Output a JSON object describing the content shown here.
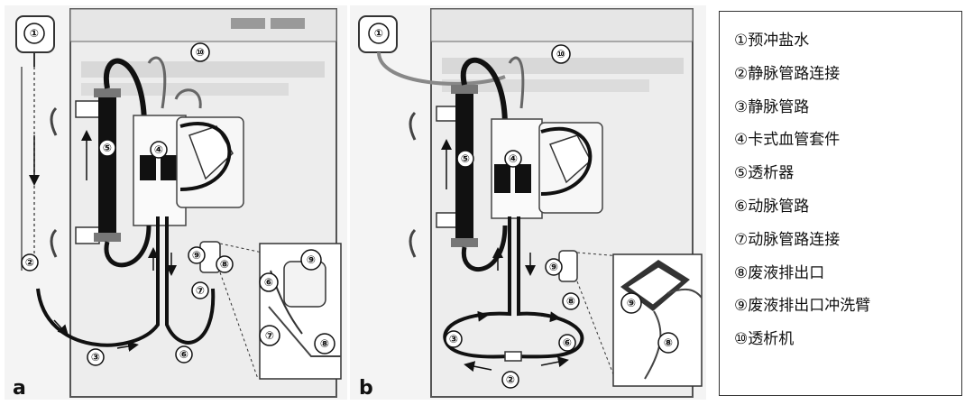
{
  "panels": [
    {
      "label": "a"
    },
    {
      "label": "b"
    }
  ],
  "markers": {
    "saline": "①",
    "venous_line_connection": "②",
    "venous_line": "③",
    "cassette": "④",
    "dialyzer": "⑤",
    "arterial_line": "⑥",
    "arterial_line_connection": "⑦",
    "waste_outlet": "⑧",
    "waste_flush_arm": "⑨",
    "machine": "⑩"
  },
  "legend": {
    "items": [
      {
        "label": "①预冲盐水"
      },
      {
        "label": "②静脉管路连接"
      },
      {
        "label": "③静脉管路"
      },
      {
        "label": "④卡式血管套件"
      },
      {
        "label": "⑤透析器"
      },
      {
        "label": "⑥动脉管路"
      },
      {
        "label": "⑦动脉管路连接"
      },
      {
        "label": "⑧废液排出口"
      },
      {
        "label": "⑨废液排出口冲洗臂"
      },
      {
        "label": "⑩透析机"
      }
    ]
  }
}
